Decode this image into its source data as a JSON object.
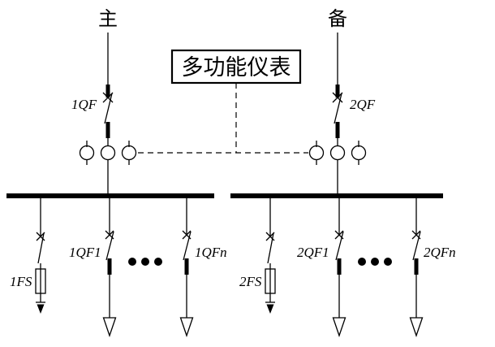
{
  "diagram": {
    "title": "多功能仪表",
    "main_feed_label": "主",
    "backup_feed_label": "备",
    "left": {
      "incoming_breaker": "1QF",
      "fuse": "1FS",
      "first_feeder": "1QF1",
      "last_feeder": "1QFn"
    },
    "right": {
      "incoming_breaker": "2QF",
      "fuse": "2FS",
      "first_feeder": "2QF1",
      "last_feeder": "2QFn"
    },
    "colors": {
      "line": "#000000",
      "background": "#ffffff"
    }
  }
}
